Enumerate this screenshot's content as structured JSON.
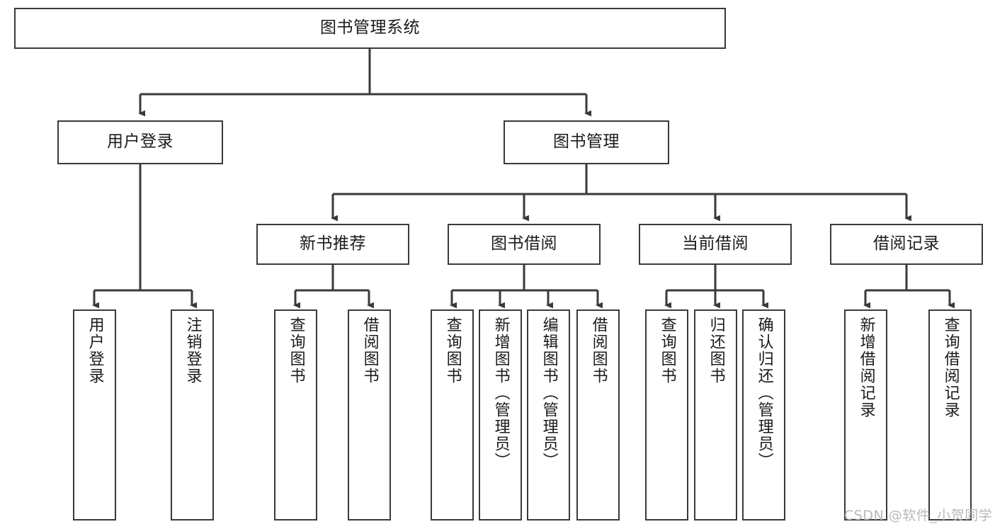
{
  "diagram": {
    "title": "图书管理系统",
    "type": "functional-structure-tree",
    "root": {
      "label": "图书管理系统"
    },
    "level2": [
      {
        "label": "用户登录"
      },
      {
        "label": "图书管理"
      }
    ],
    "level3": [
      {
        "label": "新书推荐"
      },
      {
        "label": "图书借阅"
      },
      {
        "label": "当前借阅"
      },
      {
        "label": "借阅记录"
      }
    ],
    "leaves": {
      "user_login": [
        {
          "label": "用户登录"
        },
        {
          "label": "注销登录"
        }
      ],
      "new_book_recommend": [
        {
          "label": "查询图书"
        },
        {
          "label": "借阅图书"
        }
      ],
      "book_borrow": [
        {
          "label": "查询图书"
        },
        {
          "label": "新增图书（管理员）"
        },
        {
          "label": "编辑图书（管理员）"
        },
        {
          "label": "借阅图书"
        }
      ],
      "current_borrow": [
        {
          "label": "查询图书"
        },
        {
          "label": "归还图书"
        },
        {
          "label": "确认归还（管理员）"
        }
      ],
      "borrow_record": [
        {
          "label": "新增借阅记录"
        },
        {
          "label": "查询借阅记录"
        }
      ]
    }
  },
  "watermark": {
    "text": "CSDN @软件_小贺同学"
  },
  "colors": {
    "stroke": "#3a3a3a",
    "text": "#1b1b1b",
    "background": "#ffffff",
    "watermark": "#b9b9b9"
  }
}
